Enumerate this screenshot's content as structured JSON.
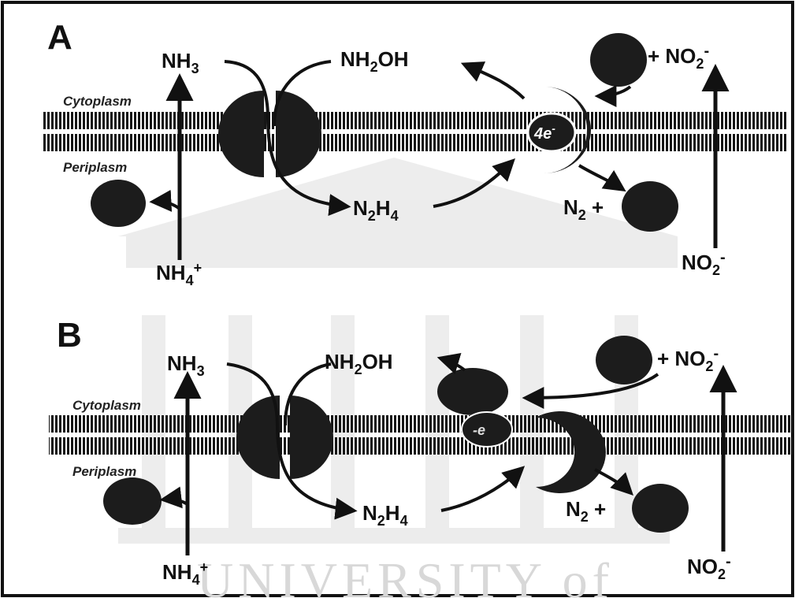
{
  "panels": {
    "A": {
      "letter": "A",
      "cytoplasm": "Cytoplasm",
      "periplasm": "Periplasm",
      "nh3_base": "NH",
      "nh3_sub": "3",
      "nh2oh_pre": "NH",
      "nh2oh_sub": "2",
      "nh2oh_post": "OH",
      "n2h4_a": "N",
      "n2h4_b": "2",
      "n2h4_c": "H",
      "n2h4_d": "4",
      "nh4_base": "NH",
      "nh4_sub": "4",
      "nh4_sup": "+",
      "no2_in_base": "NO",
      "no2_in_sub": "2",
      "no2_in_sup": "-",
      "no2_out_pre": "+ NO",
      "no2_out_sub": "2",
      "no2_out_sup": "-",
      "n2_plus": "N",
      "n2_sub": "2",
      "n2_post": " +",
      "electrons": "4e",
      "electrons_sup": "-"
    },
    "B": {
      "letter": "B",
      "cytoplasm": "Cytoplasm",
      "periplasm": "Periplasm",
      "nh3_base": "NH",
      "nh3_sub": "3",
      "nh2oh_pre": "NH",
      "nh2oh_sub": "2",
      "nh2oh_post": "OH",
      "n2h4_a": "N",
      "n2h4_b": "2",
      "n2h4_c": "H",
      "n2h4_d": "4",
      "nh4_base": "NH",
      "nh4_sub": "4",
      "nh4_sup": "+",
      "no2_in_base": "NO",
      "no2_in_sub": "2",
      "no2_in_sup": "-",
      "no2_out_pre": "+ NO",
      "no2_out_sub": "2",
      "no2_out_sup": "-",
      "n2_plus": "N",
      "n2_sub": "2",
      "n2_post": " +",
      "electrons": "-e"
    }
  },
  "watermark": {
    "text": "UNIVERSITY of"
  },
  "colors": {
    "ink": "#111111",
    "blob": "#1c1c1c",
    "membrane": "#161616",
    "watermark": "#dcdcdc"
  }
}
